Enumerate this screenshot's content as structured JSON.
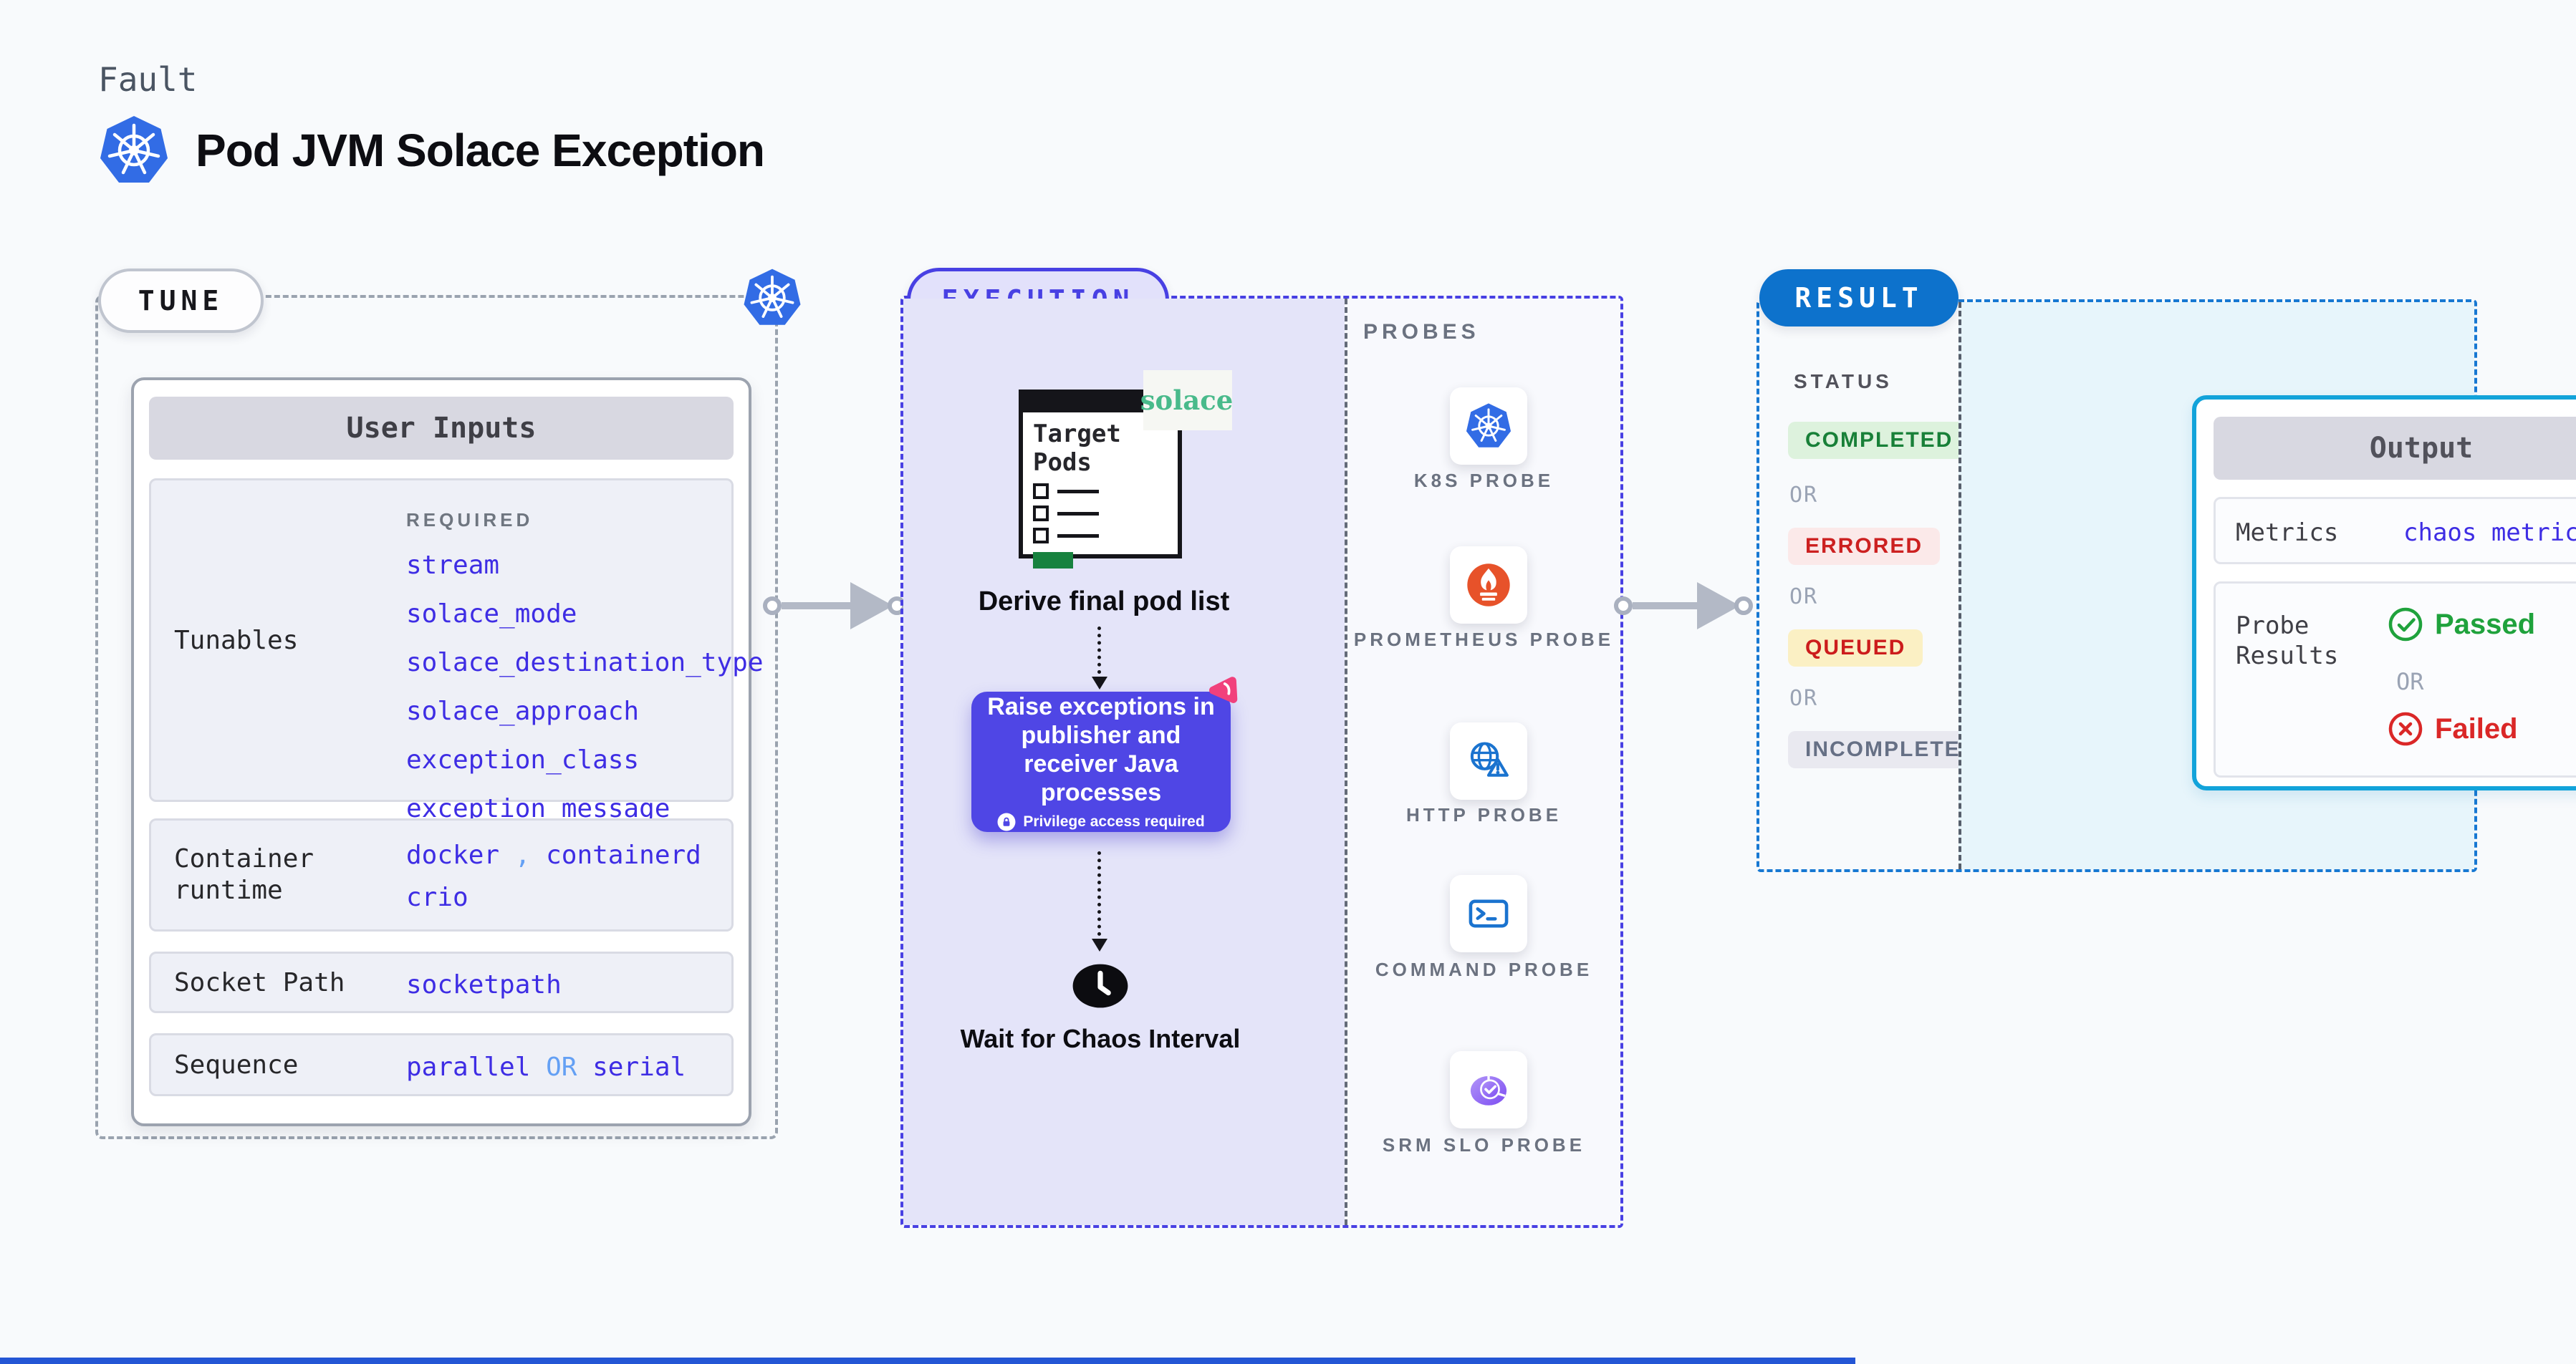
{
  "header": {
    "kicker": "Fault",
    "title": "Pod JVM Solace Exception"
  },
  "tune": {
    "badge": "TUNE",
    "card_title": "User Inputs",
    "rows": {
      "tunables": {
        "label": "Tunables",
        "required": "REQUIRED",
        "values": [
          "stream",
          "solace_mode",
          "solace_destination_type",
          "solace_approach",
          "exception_class",
          "exception_message"
        ]
      },
      "container_runtime": {
        "label": "Container runtime",
        "value1": "docker",
        "separator": ",",
        "value2": "containerd",
        "value3": "crio"
      },
      "socket_path": {
        "label": "Socket Path",
        "value": "socketpath"
      },
      "sequence": {
        "label": "Sequence",
        "value1": "parallel",
        "or": "OR",
        "value2": "serial"
      }
    }
  },
  "execution": {
    "badge": "EXECUTION",
    "window_title": "Target Pods",
    "solace_logo_text": "solace",
    "step1": "Derive final pod list",
    "step2": "Raise exceptions in publisher and receiver Java processes",
    "step2_note": "Privilege access required",
    "step3": "Wait for Chaos Interval"
  },
  "probes": {
    "heading": "PROBES",
    "items": [
      {
        "label": "K8S PROBE",
        "icon": "kubernetes-icon"
      },
      {
        "label": "PROMETHEUS PROBE",
        "icon": "prometheus-icon"
      },
      {
        "label": "HTTP PROBE",
        "icon": "http-globe-warning-icon"
      },
      {
        "label": "COMMAND PROBE",
        "icon": "terminal-icon"
      },
      {
        "label": "SRM SLO PROBE",
        "icon": "slo-gauge-check-icon"
      }
    ]
  },
  "result": {
    "badge": "RESULT",
    "status_heading": "STATUS",
    "or": "OR",
    "statuses": [
      {
        "label": "COMPLETED",
        "fg": "#188038",
        "bg": "#ddf2dd"
      },
      {
        "label": "ERRORED",
        "fg": "#cc2020",
        "bg": "#fbe9e9"
      },
      {
        "label": "QUEUED",
        "fg": "#cc1c1c",
        "bg": "#fbf0c4"
      },
      {
        "label": "INCOMPLETED",
        "fg": "#667085",
        "bg": "#e9e9f0"
      }
    ],
    "output": {
      "title": "Output",
      "metrics_label": "Metrics",
      "metrics_value": "chaos metrics",
      "probe_results_label": "Probe Results",
      "passed": "Passed",
      "or": "OR",
      "failed": "Failed"
    }
  },
  "colors": {
    "accent_indigo": "#4f46e5",
    "result_blue": "#0d72cc",
    "output_cyan": "#12a3da",
    "value_blue": "#3e2de4",
    "light_blue": "#64a0f4",
    "passed_green": "#1fa23c",
    "failed_red": "#da2727",
    "solace_green": "#49ba8b",
    "prometheus_orange": "#e7522a",
    "kubernetes_blue": "#326ce5"
  }
}
